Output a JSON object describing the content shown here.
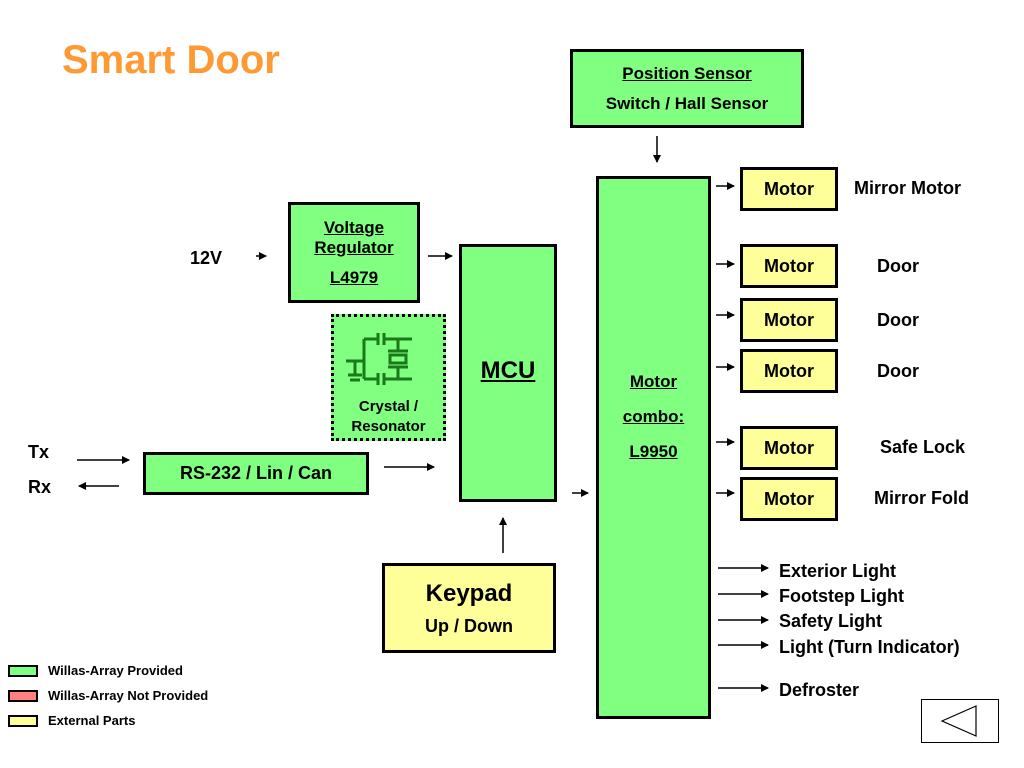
{
  "title": "Smart Door",
  "position_sensor": {
    "line1": "Position Sensor",
    "line2": "Switch / Hall Sensor"
  },
  "voltage_regulator": {
    "line1": "Voltage",
    "line2": "Regulator",
    "part": "L4979"
  },
  "input_12v": "12V",
  "crystal": {
    "line1": "Crystal /",
    "line2": "Resonator",
    "icon": "crystal-resonator-icon"
  },
  "mcu": {
    "label": "MCU"
  },
  "motor_combo": {
    "line1": "Motor",
    "line2": "combo:",
    "part": "L9950"
  },
  "comm": {
    "tx": "Tx",
    "rx": "Rx",
    "label": "RS-232 / Lin / Can"
  },
  "keypad": {
    "title": "Keypad",
    "subtitle": "Up / Down"
  },
  "motors": [
    {
      "box": "Motor",
      "name": "Mirror Motor"
    },
    {
      "box": "Motor",
      "name": "Door"
    },
    {
      "box": "Motor",
      "name": "Door"
    },
    {
      "box": "Motor",
      "name": "Door"
    },
    {
      "box": "Motor",
      "name": "Safe Lock"
    },
    {
      "box": "Motor",
      "name": "Mirror Fold"
    }
  ],
  "outputs": [
    "Exterior Light",
    "Footstep Light",
    "Safety Light",
    "Light (Turn Indicator)",
    "Defroster"
  ],
  "legend": [
    {
      "label": "Willas-Array Provided",
      "color": "#80ff80"
    },
    {
      "label": "Willas-Array Not Provided",
      "color": "#ff8080"
    },
    {
      "label": "External Parts",
      "color": "#ffff99"
    }
  ],
  "colors": {
    "title": "#ff9933",
    "provided": "#80ff80",
    "external": "#ffff99"
  },
  "nav": {
    "icon": "back-triangle-icon"
  }
}
